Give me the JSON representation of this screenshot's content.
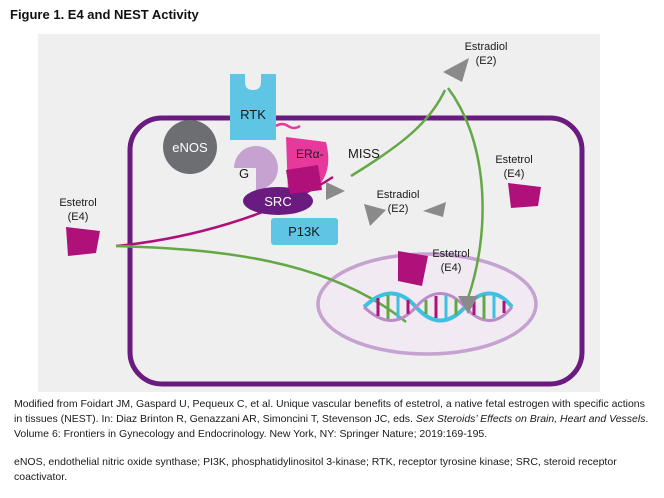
{
  "figure": {
    "title": "Figure 1. E4 and NEST Activity"
  },
  "labels": {
    "rtk": "RTK",
    "enos": "eNOS",
    "er_alpha": "ERα-",
    "miss": "MISS",
    "g": "G",
    "src": "SRC",
    "p13k": "P13K",
    "estradiol_top_name": "Estradiol",
    "estradiol_top_abbr": "(E2)",
    "estradiol_mid_name": "Estradiol",
    "estradiol_mid_abbr": "(E2)",
    "estetrol_left_name": "Estetrol",
    "estetrol_left_abbr": "(E4)",
    "estetrol_right_name": "Estetrol",
    "estetrol_right_abbr": "(E4)",
    "estetrol_nucleus_name": "Estetrol",
    "estetrol_nucleus_abbr": "(E4)"
  },
  "colors": {
    "cell_membrane": "#6a1b7f",
    "nucleus_fill": "#f1eaf3",
    "nucleus_border": "#c6a2d0",
    "background": "#efeff0",
    "rtk": "#5ec6e4",
    "enos": "#6d6e71",
    "er_alpha": "#e6399b",
    "g_protein": "#c6a2d0",
    "src": "#6a1b7f",
    "p13k": "#5ec6e4",
    "estetrol": "#b0107a",
    "estradiol": "#8a8a8a",
    "pathway_green": "#63a844",
    "pathway_purple": "#b0107a",
    "dna_cyan": "#3fc0e0",
    "dna_purple": "#b98cc8"
  },
  "caption": {
    "source_pre": "Modified from Foidart JM, Gaspard U, Pequeux C, et al. Unique vascular benefits of estetrol, a native fetal estrogen with specific actions in tissues (NEST). In: Diaz Brinton R, Genazzani AR, Simoncini T, Stevenson JC, eds. ",
    "source_italic": "Sex Steroids’ Effects on Brain, Heart and Vessels",
    "source_post": ". Volume 6: Frontiers in Gynecology and Endocrinology. New York, NY: Springer Nature; 2019:169-195.",
    "abbreviations": "eNOS, endothelial nitric oxide synthase; PI3K, phosphatidylinositol 3-kinase; RTK, receptor tyrosine kinase; SRC, steroid receptor coactivator."
  }
}
